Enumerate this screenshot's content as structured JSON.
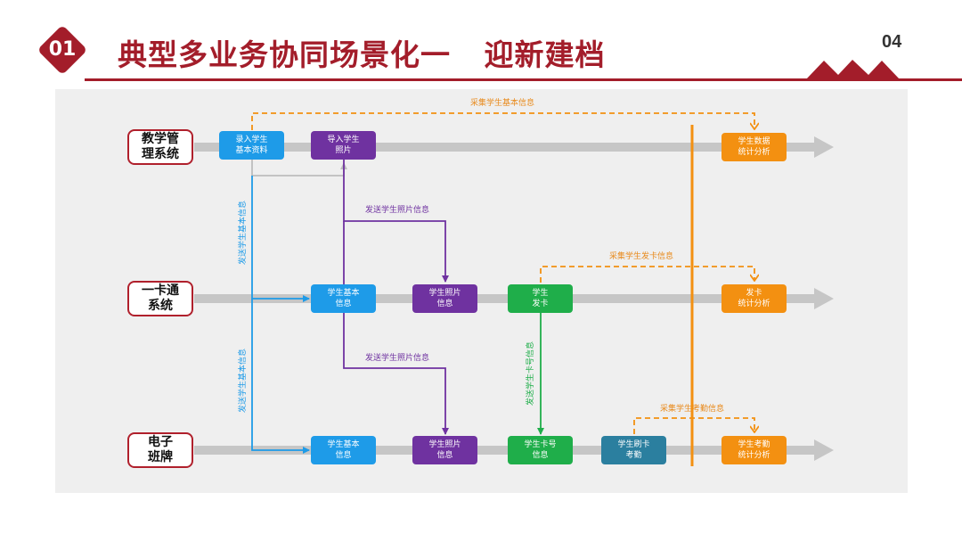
{
  "header": {
    "section_number": "01",
    "title": "典型多业务协同场景化一   迎新建档",
    "page_number": "04"
  },
  "colors": {
    "brand_red": "#a31d2a",
    "blue": "#1e9be8",
    "purple": "#6f32a0",
    "green": "#1fae4a",
    "teal": "#2b7f9f",
    "orange": "#f39011",
    "lane_gray": "#c6c6c6"
  },
  "systems": [
    {
      "id": "edu",
      "label": "教学管\n理系统"
    },
    {
      "id": "card",
      "label": "一卡通\n系统"
    },
    {
      "id": "board",
      "label": "电子\n班牌"
    }
  ],
  "nodes": [
    {
      "id": "enter_basic",
      "label": "录入学生\n基本资料",
      "color": "blue"
    },
    {
      "id": "import_photo",
      "label": "导入学生\n照片",
      "color": "purple"
    },
    {
      "id": "stat_data",
      "label": "学生数据\n统计分析",
      "color": "orange"
    },
    {
      "id": "card_basic",
      "label": "学生基本\n信息",
      "color": "blue"
    },
    {
      "id": "card_photo",
      "label": "学生照片\n信息",
      "color": "purple"
    },
    {
      "id": "card_issue",
      "label": "学生\n发卡",
      "color": "green"
    },
    {
      "id": "stat_card",
      "label": "发卡\n统计分析",
      "color": "orange"
    },
    {
      "id": "board_basic",
      "label": "学生基本\n信息",
      "color": "blue"
    },
    {
      "id": "board_photo",
      "label": "学生照片\n信息",
      "color": "purple"
    },
    {
      "id": "board_cardno",
      "label": "学生卡号\n信息",
      "color": "green"
    },
    {
      "id": "board_attend",
      "label": "学生刷卡\n考勤",
      "color": "teal"
    },
    {
      "id": "stat_attend",
      "label": "学生考勤\n统计分析",
      "color": "orange"
    }
  ],
  "flow_labels": {
    "collect_basic": "采集学生基本信息",
    "send_photo_1": "发送学生照片信息",
    "collect_card": "采集学生发卡信息",
    "send_photo_2": "发送学生照片信息",
    "collect_attend": "采集学生考勤信息",
    "send_basic_1": "发送学生基本信息",
    "send_basic_2": "发送学生基本信息",
    "send_cardno": "发送学生卡号信息"
  }
}
